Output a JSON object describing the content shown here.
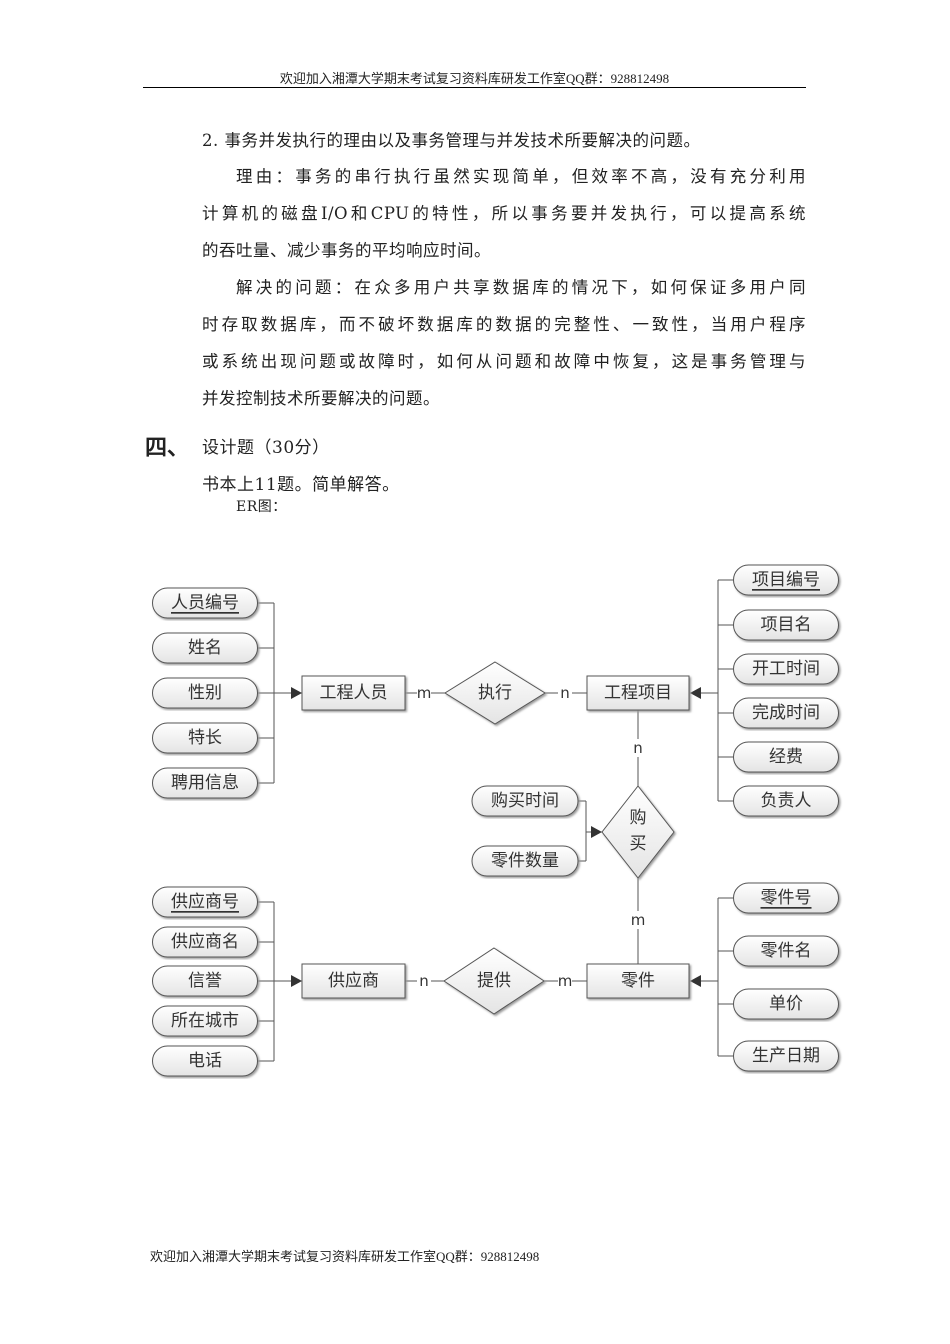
{
  "header": "欢迎加入湘潭大学期末考试复习资料库研发工作室QQ群：928812498",
  "footer": "欢迎加入湘潭大学期末考试复习资料库研发工作室QQ群：928812498",
  "body": {
    "q2_title": "2.  事务并发执行的理由以及事务管理与并发技术所要解决的问题。",
    "reason_lines": [
      "理由：事务的串行执行虽然实现简单，但效率不高，没有充分利用",
      "计算机的磁盘I/O和CPU的特性，所以事务要并发执行，可以提高系统",
      "的吞吐量、减少事务的平均响应时间。"
    ],
    "problem_lines": [
      "解决的问题：在众多用户共享数据库的情况下，如何保证多用户同",
      "时存取数据库，而不破坏数据库的数据的完整性、一致性，当用户程序",
      "或系统出现问题或故障时，如何从问题和故障中恢复，这是事务管理与",
      "并发控制技术所要解决的问题。"
    ],
    "section_num": "四、",
    "section_title": "设计题（30分）",
    "section_note": "书本上11题。简单解答。",
    "er_label": "ER图："
  },
  "er": {
    "entities": {
      "worker": "工程人员",
      "project": "工程项目",
      "supplier": "供应商",
      "part": "零件"
    },
    "relations": {
      "execute": "执行",
      "buy": "购买",
      "supply": "提供"
    },
    "worker_attrs": [
      "人员编号",
      "姓名",
      "性别",
      "特长",
      "聘用信息"
    ],
    "project_attrs": [
      "项目编号",
      "项目名",
      "开工时间",
      "完成时间",
      "经费",
      "负责人"
    ],
    "buy_attrs": [
      "购买时间",
      "零件数量"
    ],
    "supplier_attrs": [
      "供应商号",
      "供应商名",
      "信誉",
      "所在城市",
      "电话"
    ],
    "part_attrs": [
      "零件号",
      "零件名",
      "单价",
      "生产日期"
    ],
    "card": {
      "worker_exec": "m",
      "exec_project": "n",
      "project_buy": "n",
      "buy_part": "m",
      "supplier_supply": "n",
      "supply_part": "m"
    }
  }
}
